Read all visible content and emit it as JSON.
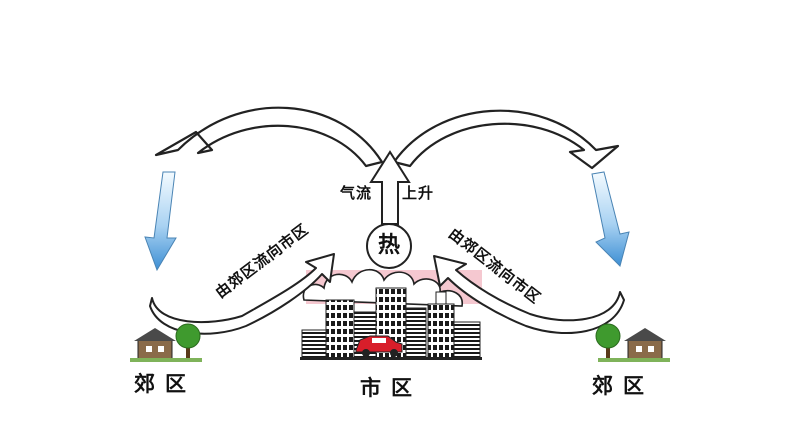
{
  "labels": {
    "suburb_left": "郊区",
    "city": "市区",
    "suburb_right": "郊区",
    "airflow_rise_left": "气流",
    "airflow_rise_right": "上升",
    "heat": "热",
    "inflow_left": "由郊区流向市区",
    "inflow_right": "由郊区流向市区"
  },
  "colors": {
    "outline": "#222222",
    "descending_arrow_top": "#f4fbff",
    "descending_arrow_bottom": "#3d8fd4",
    "heat_haze": "#f5c8d0",
    "car": "#d81e2a",
    "tree": "#3f9a2e",
    "house_roof": "#4a4a4a"
  },
  "icons": [
    "heat-circle-icon",
    "car-icon",
    "tree-icon",
    "house-icon"
  ]
}
